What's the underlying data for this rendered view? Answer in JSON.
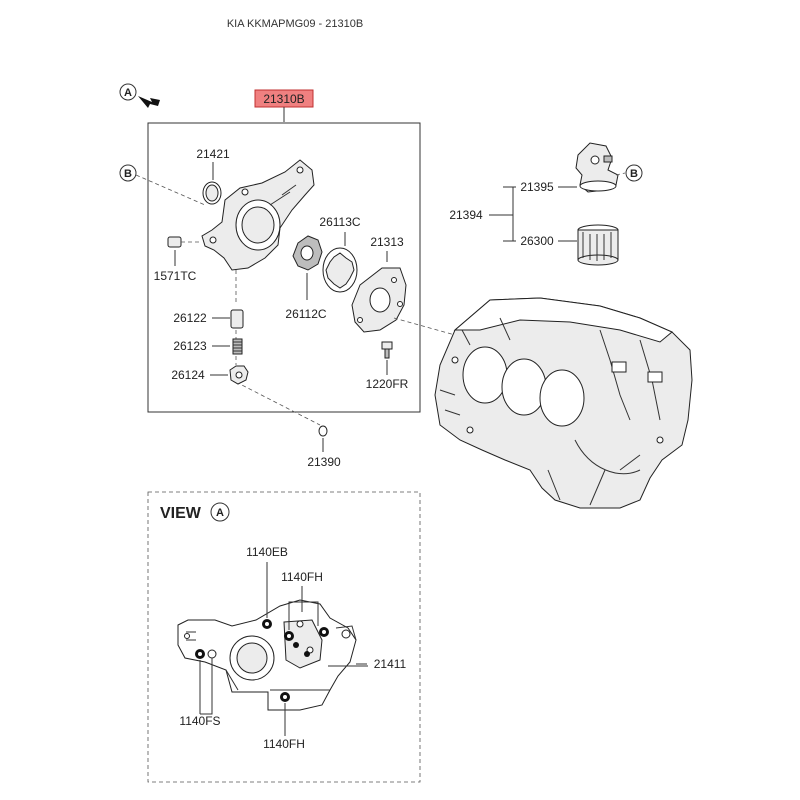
{
  "header": {
    "title": "KIA KKMAPMG09 - 21310B"
  },
  "assembly": {
    "part_no": "21310B",
    "highlight_color": "#f08080"
  },
  "callouts": {
    "a": "A",
    "b": "B"
  },
  "parts": {
    "p21421": "21421",
    "p1571TC": "1571TC",
    "p26113C": "26113C",
    "p21313": "21313",
    "p26112C": "26112C",
    "p26122": "26122",
    "p26123": "26123",
    "p26124": "26124",
    "p1220FR": "1220FR",
    "p21390": "21390",
    "p21395": "21395",
    "p21394": "21394",
    "p26300": "26300"
  },
  "view": {
    "label": "VIEW",
    "callout": "A",
    "parts": {
      "p1140EB": "1140EB",
      "p1140FH_top": "1140FH",
      "p21411": "21411",
      "p1140FS": "1140FS",
      "p1140FH_bottom": "1140FH"
    }
  }
}
